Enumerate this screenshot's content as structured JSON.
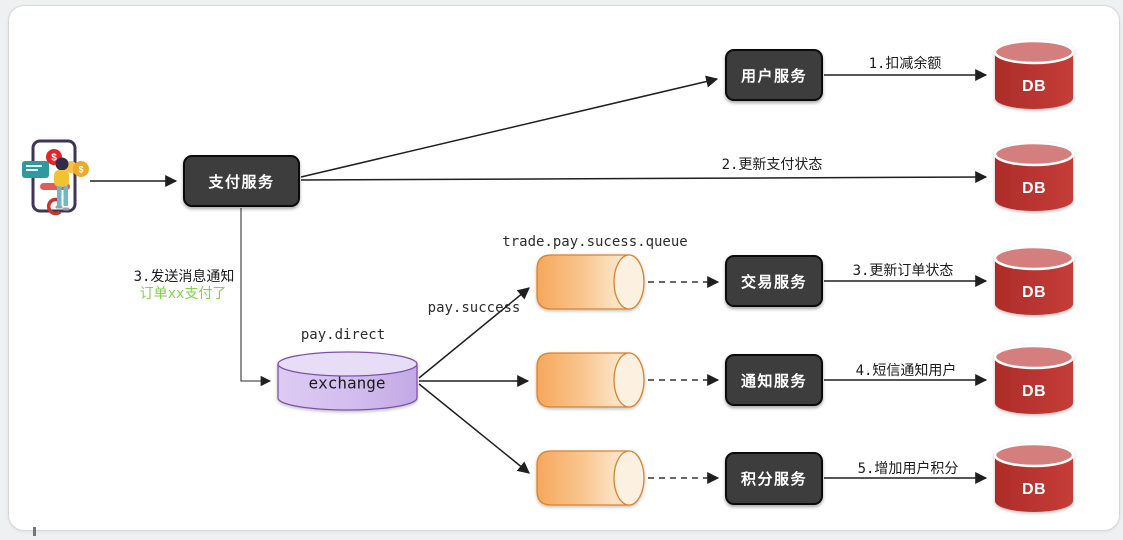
{
  "diagram": {
    "nodes": {
      "payment": "支付服务",
      "user": "用户服务",
      "trade": "交易服务",
      "notify": "通知服务",
      "points": "积分服务",
      "exchange": "exchange",
      "db": "DB"
    },
    "mq": {
      "exchange_name": "pay.direct",
      "routing_key": "pay.success",
      "queue_name": "trade.pay.sucess.queue"
    },
    "steps": {
      "step1": "1.扣减余额",
      "step2": "2.更新支付状态",
      "step3_msg": "3.发送消息通知",
      "step3_msg_detail": "订单xx支付了",
      "step3": "3.更新订单状态",
      "step4": "4.短信通知用户",
      "step5": "5.增加用户积分"
    },
    "icons": {
      "client": "mobile-payment-user-icon",
      "dollar": "$"
    },
    "colors": {
      "service_box": "#3d3d3d",
      "db_body": "#ba3330",
      "db_top": "#d47e7d",
      "queue_stroke": "#d9822b",
      "queue_fill": "#f6ad62",
      "exchange_stroke": "#7a52ad",
      "exchange_fill": "#d2bdee",
      "note_green": "#82d24a",
      "arrow": "#1f1f1f"
    }
  }
}
